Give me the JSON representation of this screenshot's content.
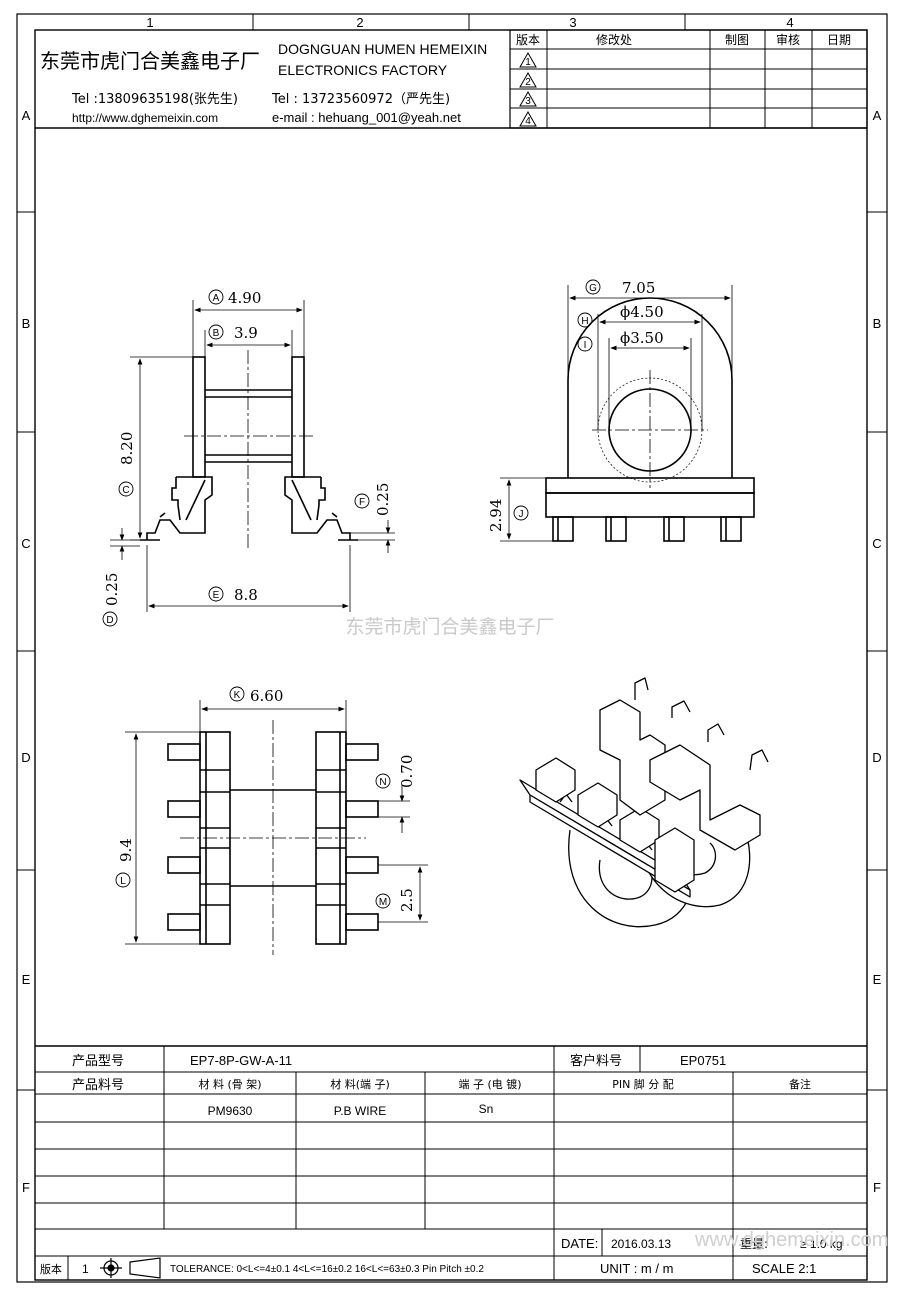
{
  "company": {
    "name_cn": "东莞市虎门合美鑫电子厂",
    "name_en_line1": "DOGNGUAN HUMEN HEMEIXIN",
    "name_en_line2": "ELECTRONICS FACTORY",
    "tel1": "Tel :13809635198(张先生)",
    "website": "http://www.dghemeixin.com",
    "tel2": "Tel : 13723560972（严先生)",
    "email": "e-mail : hehuang_001@yeah.net"
  },
  "watermark": "东莞市虎门合美鑫电子厂",
  "grid": {
    "columns": [
      "1",
      "2",
      "3",
      "4"
    ],
    "rows": [
      "A",
      "B",
      "C",
      "D",
      "E",
      "F"
    ]
  },
  "revision_table": {
    "headers": [
      "版本",
      "修改处",
      "制图",
      "审核",
      "日期"
    ],
    "marks": [
      "1",
      "2",
      "3",
      "4"
    ]
  },
  "dimensions": {
    "A": {
      "letter": "A",
      "value": "4.90"
    },
    "B": {
      "letter": "B",
      "value": "3.9"
    },
    "C": {
      "letter": "C",
      "value": "8.20"
    },
    "D": {
      "letter": "D",
      "value": "0.25"
    },
    "E": {
      "letter": "E",
      "value": "8.8"
    },
    "F": {
      "letter": "F",
      "value": "0.25"
    },
    "G": {
      "letter": "G",
      "value": "7.05"
    },
    "H": {
      "letter": "H",
      "value": "ϕ4.50"
    },
    "I": {
      "letter": "I",
      "value": "ϕ3.50"
    },
    "J": {
      "letter": "J",
      "value": "2.94"
    },
    "K": {
      "letter": "K",
      "value": "6.60"
    },
    "L": {
      "letter": "L",
      "value": "9.4"
    },
    "M": {
      "letter": "M",
      "value": "2.5"
    },
    "N": {
      "letter": "N",
      "value": "0.70"
    }
  },
  "title_block": {
    "product_model_label": "产品型号",
    "product_model": "EP7-8P-GW-A-11",
    "customer_pn_label": "客户料号",
    "customer_pn": "EP0751",
    "product_pn_label": "产品料号",
    "material_frame_label": "材 料 (骨 架)",
    "material_pin_label": "材 料(端 子)",
    "plating_label": "端 子 (电 镀)",
    "pin_assign_label": "PIN 脚 分 配",
    "remark_label": "备注",
    "material_frame": "PM9630",
    "material_pin": "P.B WIRE",
    "plating": "Sn",
    "date_label": "DATE:",
    "date": "2016.03.13",
    "weight_label": "重量:",
    "weight": "≥ 1.0 kg",
    "unit": "UNIT : m / m",
    "scale": "SCALE   2:1",
    "version_label": "版本",
    "version": "1",
    "tolerance": "TOLERANCE:  0<L<=4±0.1  4<L<=16±0.2  16<L<=63±0.3  Pin Pitch  ±0.2",
    "url_watermark": "www.dghemeixin.com"
  }
}
